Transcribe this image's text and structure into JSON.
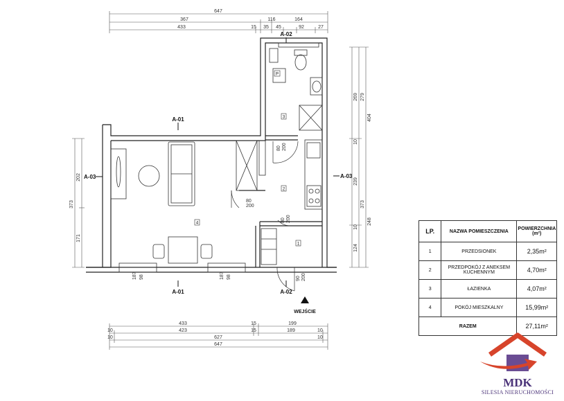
{
  "dimensions": {
    "top_total": "647",
    "top_mid": [
      "367",
      "116",
      "164"
    ],
    "top_detail": [
      "433",
      "15",
      "35",
      "45",
      "92",
      "27"
    ],
    "bottom_row1": [
      "433",
      "15",
      "199"
    ],
    "bottom_row2": [
      "10",
      "423",
      "15",
      "189",
      "10"
    ],
    "bottom_row3": [
      "10",
      "627",
      "10"
    ],
    "bottom_total": "647",
    "left": [
      "202",
      "373",
      "171"
    ],
    "right_outer": "404",
    "right_mid": [
      "279",
      "10",
      "239",
      "373",
      "10",
      "248"
    ],
    "right_inner": [
      "269",
      "124"
    ]
  },
  "sections": {
    "a01_top": "A-01",
    "a01_bottom": "A-01",
    "a02_top": "A-02",
    "a02_bottom": "A-02",
    "a03_left": "A-03",
    "a03_right": "A-03"
  },
  "entrance": "WEJŚCIE",
  "openings": {
    "door_room": [
      "80",
      "200"
    ],
    "door_bath": [
      "80",
      "200"
    ],
    "door_hall": [
      "80",
      "200"
    ],
    "door_entry": [
      "90",
      "200"
    ],
    "window_left": [
      "187",
      "98"
    ],
    "window_right": [
      "187",
      "98"
    ]
  },
  "room_markers": [
    "1",
    "2",
    "3",
    "4",
    "P"
  ],
  "room_table": {
    "headers": {
      "lp": "LP.",
      "name": "NAZWA POMIESZCZENIA",
      "area": "POWIERZCHNIA (m²)"
    },
    "rows": [
      {
        "lp": "1",
        "name": "PRZEDSIONEK",
        "area": "2,35m²"
      },
      {
        "lp": "2",
        "name": "PRZEDPOKÓJ Z ANEKSEM KUCHENNYM",
        "area": "4,70m²"
      },
      {
        "lp": "3",
        "name": "ŁAZIENKA",
        "area": "4,07m²"
      },
      {
        "lp": "4",
        "name": "POKÓJ MIESZKALNY",
        "area": "15,99m²"
      }
    ],
    "total_label": "RAZEM",
    "total_area": "27,11m²"
  },
  "logo": {
    "name": "MDK",
    "subtitle": "SILESIA NIERUCHOMOŚCI",
    "colors": {
      "roof": "#d7442b",
      "house": "#6a4c93",
      "arrow": "#d7442b"
    }
  }
}
